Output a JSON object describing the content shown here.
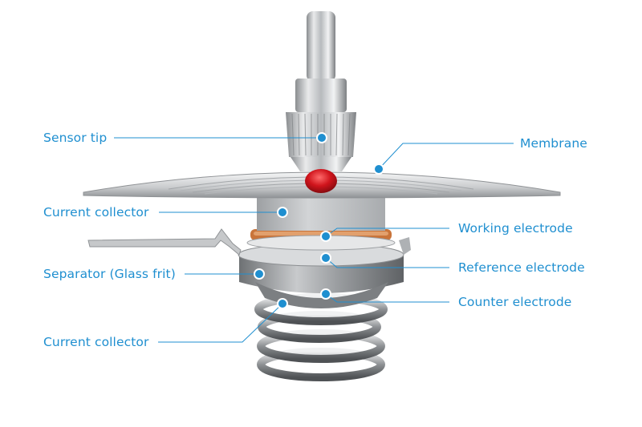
{
  "labels": {
    "sensor_tip": "Sensor tip",
    "membrane": "Membrane",
    "current_collector_top": "Current collector",
    "working_electrode": "Working electrode",
    "separator": "Separator (Glass frit)",
    "reference_electrode": "Reference electrode",
    "counter_electrode": "Counter electrode",
    "current_collector_bottom": "Current collector"
  },
  "colors": {
    "callout": "#1f8fd0",
    "tip": "#c8141e",
    "electrode": "#c9743a"
  }
}
